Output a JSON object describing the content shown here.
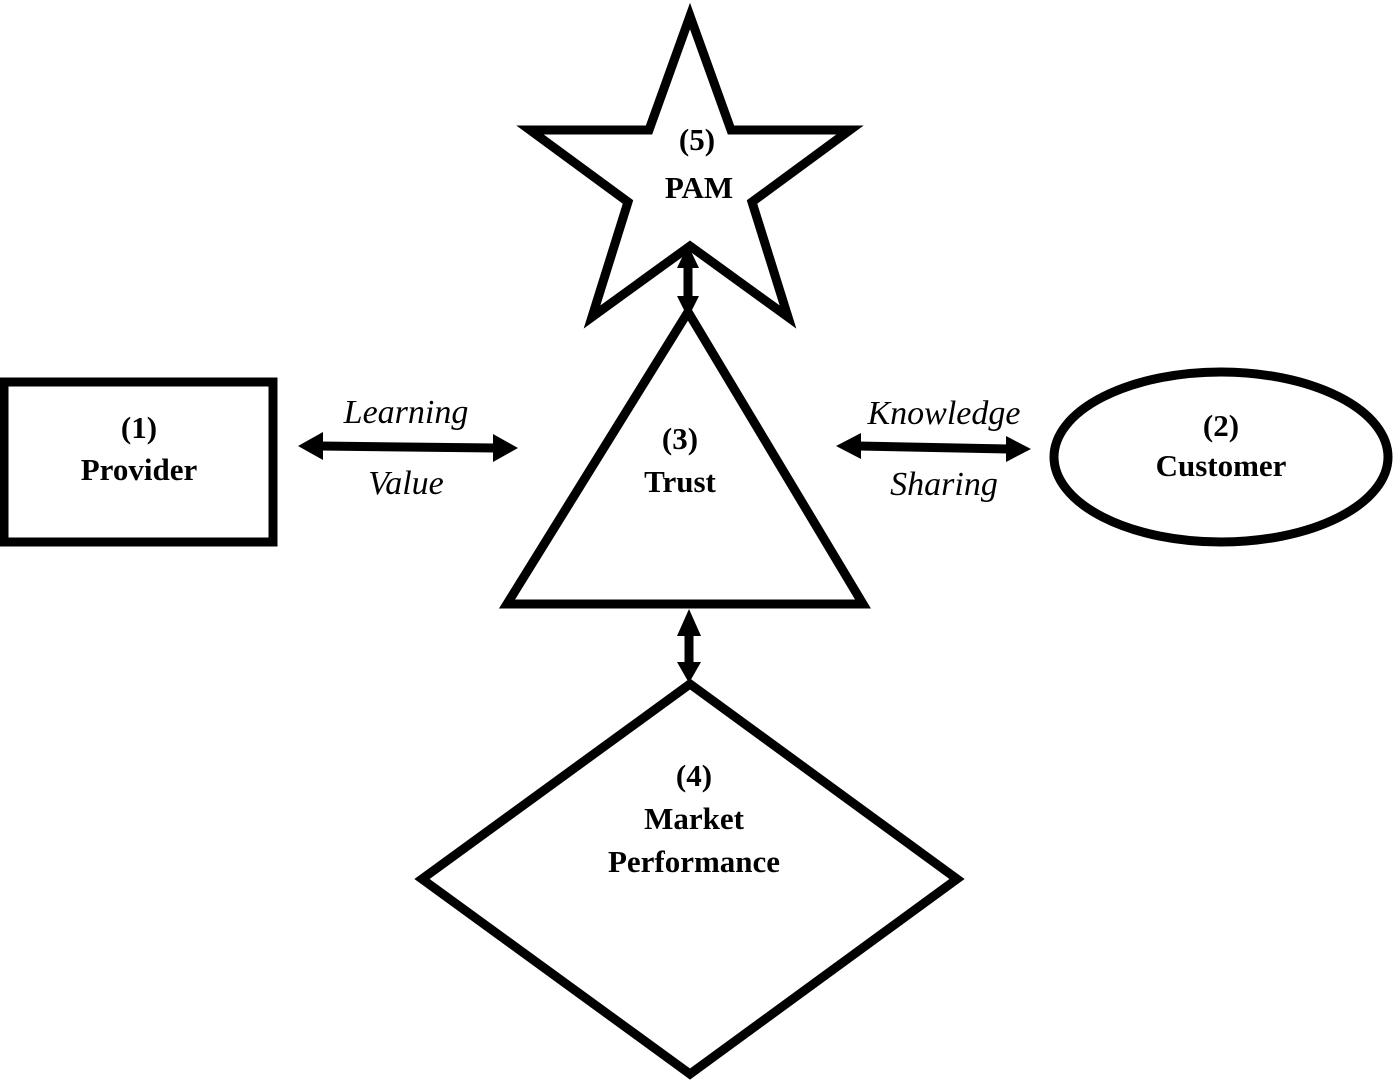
{
  "diagram": {
    "colors": {
      "stroke": "#000000",
      "fill": "#ffffff",
      "text": "#000000"
    },
    "nodes": {
      "provider": {
        "number": "(1)",
        "label": "Provider",
        "shape": "rectangle"
      },
      "customer": {
        "number": "(2)",
        "label": "Customer",
        "shape": "ellipse"
      },
      "trust": {
        "number": "(3)",
        "label": "Trust",
        "shape": "triangle"
      },
      "market": {
        "number": "(4)",
        "label_line1": "Market",
        "label_line2": "Performance",
        "shape": "diamond"
      },
      "pam": {
        "number": "(5)",
        "label": "PAM",
        "shape": "star"
      }
    },
    "edges": {
      "provider_trust": {
        "from": "Provider",
        "to": "Trust",
        "direction": "bidirectional",
        "label_top": "Learning",
        "label_bottom": "Value"
      },
      "trust_customer": {
        "from": "Trust",
        "to": "Customer",
        "direction": "bidirectional",
        "label_top": "Knowledge",
        "label_bottom": "Sharing"
      },
      "trust_pam": {
        "from": "Trust",
        "to": "PAM",
        "direction": "bidirectional"
      },
      "trust_market": {
        "from": "Trust",
        "to": "Market Performance",
        "direction": "bidirectional"
      }
    }
  }
}
